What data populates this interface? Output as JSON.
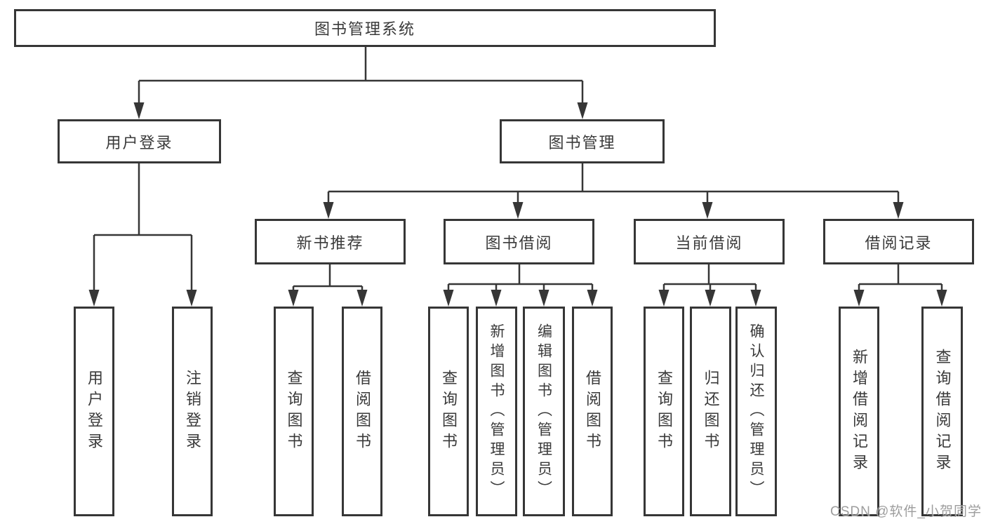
{
  "diagram_title": "图书管理系统",
  "nodes": {
    "root": {
      "label": "图书管理系统"
    },
    "user_login": {
      "label": "用户登录"
    },
    "book_mgmt": {
      "label": "图书管理"
    },
    "login": {
      "label": "用户登录"
    },
    "logout": {
      "label": "注销登录"
    },
    "new_book_rec": {
      "label": "新书推荐"
    },
    "book_borrow": {
      "label": "图书借阅"
    },
    "current_borrow": {
      "label": "当前借阅"
    },
    "borrow_record": {
      "label": "借阅记录"
    },
    "nbr_query": {
      "label": "查询图书"
    },
    "nbr_borrow": {
      "label": "借阅图书"
    },
    "bb_query": {
      "label": "查询图书"
    },
    "bb_add": {
      "label": "新增图书（管理员）"
    },
    "bb_edit": {
      "label": "编辑图书（管理员）"
    },
    "bb_borrow": {
      "label": "借阅图书"
    },
    "cb_query": {
      "label": "查询图书"
    },
    "cb_return": {
      "label": "归还图书"
    },
    "cb_confirm": {
      "label": "确认归还（管理员）"
    },
    "br_add": {
      "label": "新增借阅记录"
    },
    "br_query": {
      "label": "查询借阅记录"
    }
  },
  "watermark": "CSDN @软件_小贺同学",
  "colors": {
    "line": "#363636",
    "border": "#363636",
    "text": "#3a3a3a",
    "watermark": "#8c8c8c"
  }
}
